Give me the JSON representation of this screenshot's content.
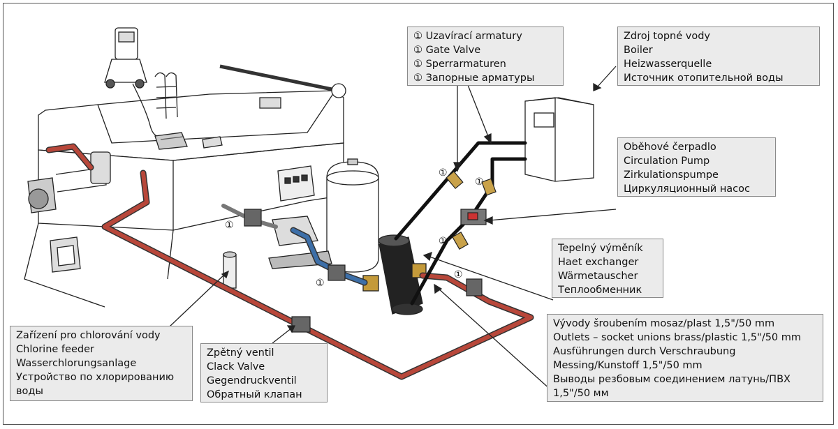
{
  "labels": {
    "valve": {
      "lines": [
        "① Uzavírací armatury",
        "① Gate Valve",
        "① Sperrarmaturen",
        "① Запорные арматуры"
      ]
    },
    "boiler": {
      "lines": [
        "Zdroj topné vody",
        "Boiler",
        "Heizwasserquelle",
        "Источник отопительной воды"
      ]
    },
    "pump": {
      "lines": [
        "Oběhové čerpadlo",
        "Circulation Pump",
        "Zirkulationspumpe",
        "Циркуляционный насос"
      ]
    },
    "exchanger": {
      "lines": [
        "Tepelný výměník",
        "Haet exchanger",
        "Wärmetauscher",
        "Теплообменник"
      ]
    },
    "outlets": {
      "lines": [
        "Vývody šroubením mosaz/plast 1,5\"/50 mm",
        "Outlets – socket unions brass/plastic 1,5\"/50 mm",
        "Ausführungen durch Verschraubung",
        "Messing/Kunstoff 1,5\"/50 mm",
        "Выводы резбовым соединением латунь/ПВХ",
        "1,5\"/50 мм"
      ]
    },
    "chlorine": {
      "lines": [
        "Zařízení pro chlorování vody",
        "Chlorine feeder",
        "Wasserchlorungsanlage",
        "Устройство по хлорированию",
        "воды"
      ]
    },
    "check": {
      "lines": [
        "Zpětný ventil",
        "Clack Valve",
        "Gegendruckventil",
        "Обратный клапан"
      ]
    }
  },
  "markers": {
    "valve_symbol": "①"
  },
  "colors": {
    "pipe_red": "#b8473a",
    "pipe_dark": "#111111",
    "label_bg": "#ebebeb",
    "label_border": "#8a8a8a",
    "valve_blue": "#3d6fa8",
    "brass": "#c49a3a"
  }
}
